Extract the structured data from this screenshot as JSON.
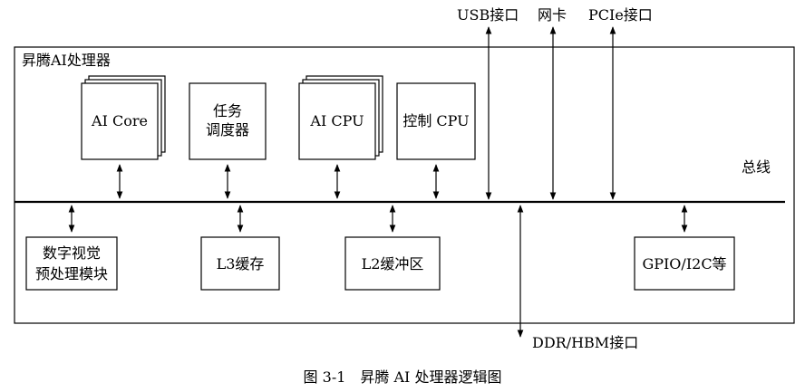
{
  "outer_label": "昇腾AI处理器",
  "bus_label": "总线",
  "top": {
    "ai_core": "AI Core",
    "task_scheduler_line1": "任务",
    "task_scheduler_line2": "调度器",
    "ai_cpu": "AI CPU",
    "control_cpu": "控制 CPU"
  },
  "bottom": {
    "dvpp_line1": "数字视觉",
    "dvpp_line2": "预处理模块",
    "l3": "L3缓存",
    "l2": "L2缓冲区",
    "gpio": "GPIO/I2C等"
  },
  "external": {
    "usb": "USB接口",
    "nic": "网卡",
    "pcie": "PCIe接口",
    "ddr": "DDR/HBM接口"
  },
  "caption": "图 3-1　昇腾 AI 处理器逻辑图"
}
